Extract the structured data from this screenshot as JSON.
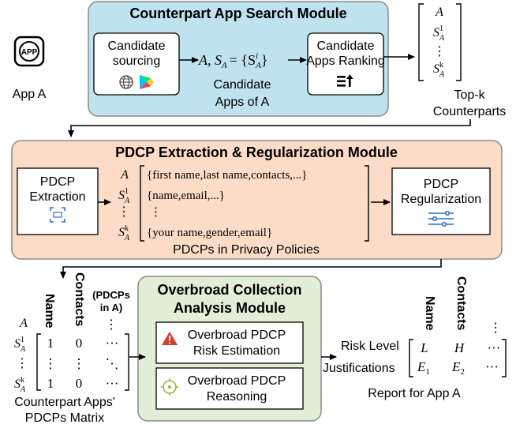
{
  "app": {
    "icon_label": "APP",
    "name": "App A"
  },
  "search_module": {
    "title": "Counterpart App Search Module",
    "candidate_sourcing": [
      "Candidate",
      "sourcing"
    ],
    "set_expr": "A, S",
    "set_sub": "A",
    "set_eq": "= {S",
    "set_eq_sup": "i",
    "set_eq_sub": "A",
    "set_close": "}",
    "candidate_caption": [
      "Candidate",
      "Apps of A"
    ],
    "ranking": [
      "Candidate",
      "Apps Ranking"
    ],
    "topk_caption": [
      "Top-k",
      "Counterparts"
    ],
    "topk_vector": {
      "a": "A",
      "s1_base": "S",
      "s1_sup": "1",
      "s1_sub": "A",
      "dots": "⋮",
      "sk_base": "S",
      "sk_sup": "k",
      "sk_sub": "A"
    },
    "icons": [
      "globe-icon",
      "play-store-icon",
      "ranking-icon"
    ]
  },
  "pdcp_module": {
    "title": "PDCP Extraction & Regularization Module",
    "extraction": [
      "PDCP",
      "Extraction"
    ],
    "regularization": [
      "PDCP",
      "Regularization"
    ],
    "rows": [
      {
        "label": "A",
        "text": "{first name,last name,contacts,...}"
      },
      {
        "label": "S",
        "sup": "1",
        "sub": "A",
        "text": "{name,email,...}"
      },
      {
        "label": "⋮",
        "text": "⋮"
      },
      {
        "label": "S",
        "sup": "k",
        "sub": "A",
        "text": "{your name,gender,email}"
      }
    ],
    "caption": "PDCPs in Privacy Policies",
    "icons": [
      "scan-icon",
      "sliders-icon"
    ]
  },
  "matrix": {
    "col_headers": [
      "Name",
      "Contacts"
    ],
    "extra_header": [
      "(PDCPs",
      "in A)"
    ],
    "extra_dots": "⋮",
    "row_labels": [
      {
        "base": "A"
      },
      {
        "base": "S",
        "sup": "1",
        "sub": "A"
      },
      {
        "base": "⋮"
      },
      {
        "base": "S",
        "sup": "k",
        "sub": "A"
      }
    ],
    "cells": [
      [
        "1",
        "0",
        "···"
      ],
      [
        "⋮",
        "⋮",
        "⋱"
      ],
      [
        "1",
        "0",
        "···"
      ]
    ],
    "caption": [
      "Counterpart Apps'",
      "PDCPs Matrix"
    ]
  },
  "overbroad_module": {
    "title": [
      "Overbroad Collection",
      "Analysis Module"
    ],
    "risk": [
      "Overbroad PDCP",
      "Risk Estimation"
    ],
    "reasoning": [
      "Overbroad PDCP",
      "Reasoning"
    ],
    "icons": [
      "warning-icon",
      "target-icon"
    ]
  },
  "report": {
    "col_headers": [
      "Name",
      "Contacts",
      "⋮"
    ],
    "row_labels": [
      "Risk Level",
      "Justifications"
    ],
    "row1": [
      "L",
      "H",
      "···"
    ],
    "row2": {
      "e1": "E",
      "e1_sub": "1",
      "e2": "E",
      "e2_sub": "2",
      "dots": "···"
    },
    "caption": "Report for App A"
  },
  "colors": {
    "search_fill": "#bfe3ee",
    "pdcp_fill": "#fcdcc6",
    "overbroad_fill": "#e3eed7",
    "module_stroke": "#8a8a8a",
    "icon_blue": "#2f6ecb",
    "warning_red": "#d83a2e",
    "target_green": "#9bbb3a"
  }
}
